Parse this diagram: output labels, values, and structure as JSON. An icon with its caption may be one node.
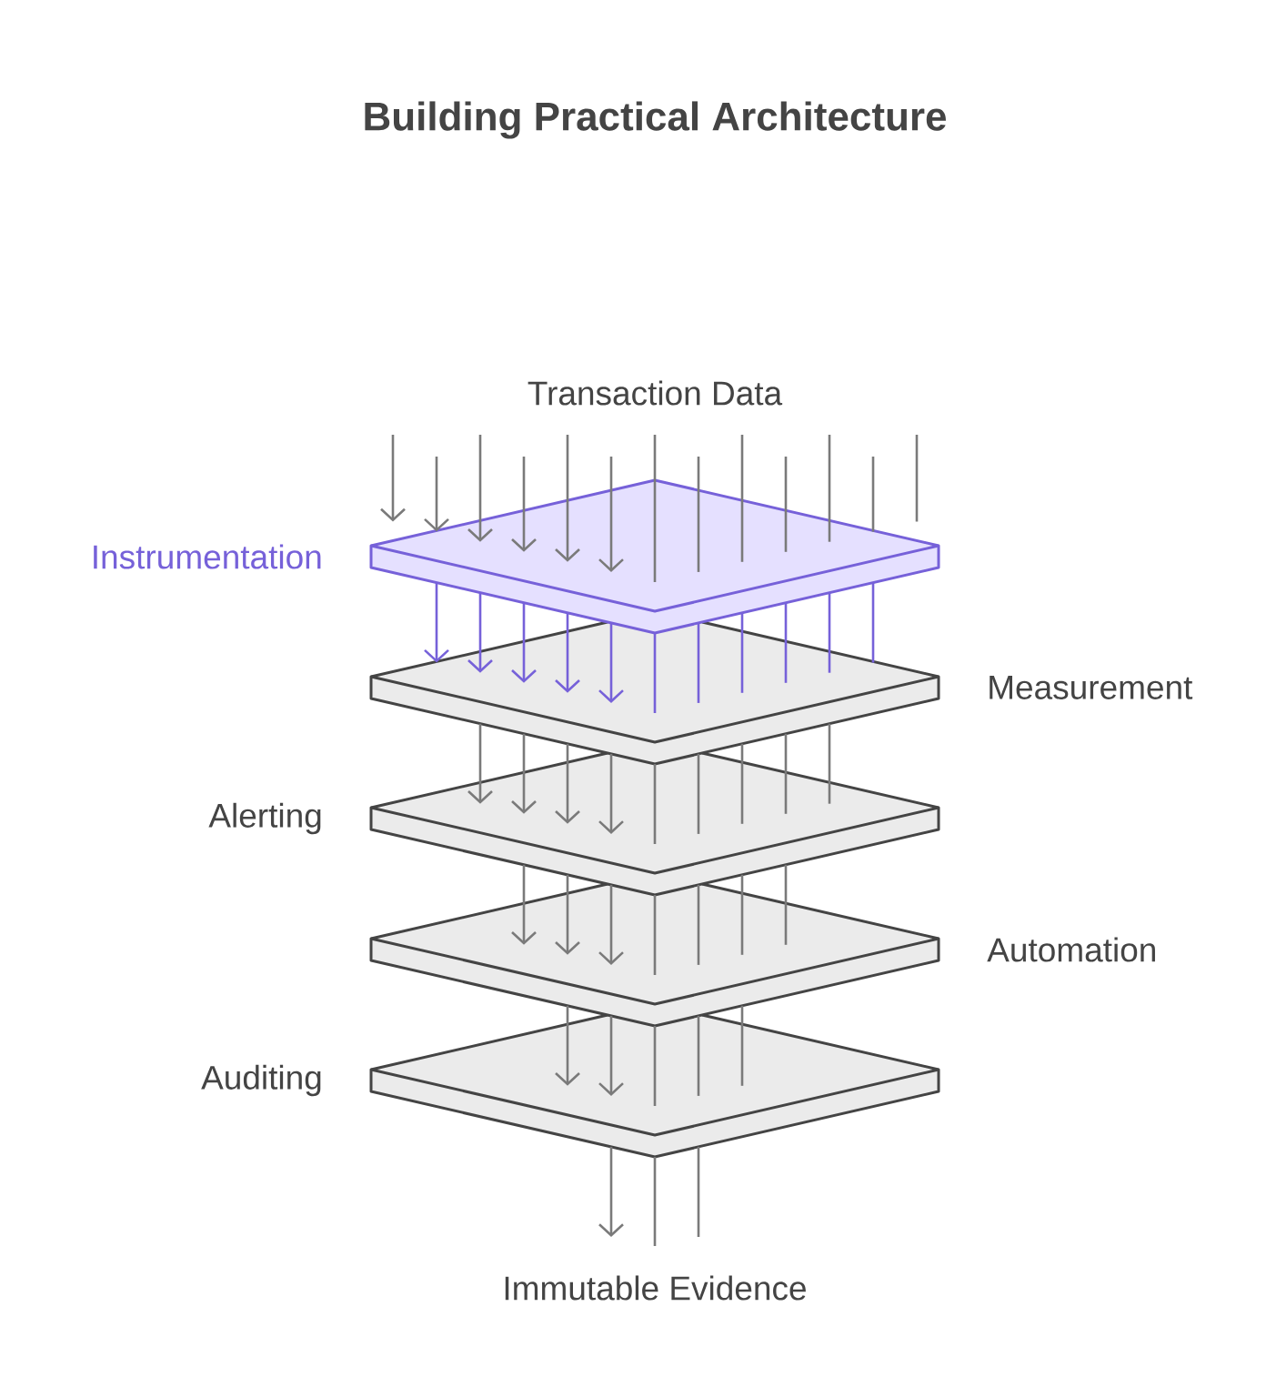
{
  "diagram": {
    "title": "Building Practical Architecture",
    "nodes": [
      {
        "text": [
          "Transaction Data"
        ]
      },
      {
        "text": [],
        "shape": "box",
        "beside": [
          "Instrumentation"
        ]
      },
      {
        "text": [],
        "shape": "box",
        "beside": [
          "Measurement"
        ]
      },
      {
        "text": [],
        "shape": "box",
        "beside": [
          "Alerting"
        ]
      },
      {
        "text": [],
        "shape": "box",
        "beside": [
          "Automation"
        ]
      },
      {
        "text": [],
        "shape": "box",
        "beside": [
          "Auditing"
        ]
      },
      {
        "text": [
          "Immutable Evidence"
        ]
      }
    ],
    "edges": [
      {
        "from": null,
        "to": 1,
        "arrow": "to"
      },
      {
        "from": null,
        "to": 1,
        "arrow": "to"
      },
      {
        "from": null,
        "to": 1,
        "arrow": "to"
      },
      {
        "from": null,
        "to": 1,
        "arrow": "to"
      },
      {
        "from": 0,
        "to": 1,
        "arrow": "to"
      },
      {
        "from": null,
        "to": 1,
        "arrow": "to"
      },
      {
        "from": 0,
        "to": 1,
        "arrow": "none"
      },
      {
        "from": null,
        "to": 1,
        "arrow": "none"
      },
      {
        "from": 0,
        "to": 1,
        "arrow": "none"
      },
      {
        "from": null,
        "to": 1,
        "arrow": "none"
      },
      {
        "from": null,
        "to": 1,
        "arrow": "none"
      },
      {
        "from": null,
        "to": 1,
        "arrow": "none"
      },
      {
        "from": null,
        "to": 1,
        "arrow": "none"
      },
      {
        "from": 1,
        "to": 2,
        "arrow": "to",
        "color": "#7661d9"
      },
      {
        "from": 1,
        "to": 2,
        "arrow": "to",
        "color": "#7661d9"
      },
      {
        "from": 1,
        "to": 2,
        "arrow": "to",
        "color": "#7661d9"
      },
      {
        "from": 1,
        "to": 2,
        "arrow": "to",
        "color": "#7661d9"
      },
      {
        "from": 1,
        "to": 2,
        "arrow": "to",
        "color": "#7661d9"
      },
      {
        "from": 1,
        "to": 2,
        "arrow": "none",
        "color": "#7661d9"
      },
      {
        "from": 1,
        "to": 2,
        "arrow": "none",
        "color": "#7661d9"
      },
      {
        "from": 1,
        "to": 2,
        "arrow": "none",
        "color": "#7661d9"
      },
      {
        "from": 1,
        "to": 2,
        "arrow": "none",
        "color": "#7661d9"
      },
      {
        "from": 1,
        "to": 2,
        "arrow": "none",
        "color": "#7661d9"
      },
      {
        "from": 1,
        "to": 2,
        "arrow": "none",
        "color": "#7661d9"
      },
      {
        "from": 2,
        "to": 3,
        "arrow": "to"
      },
      {
        "from": 2,
        "to": 3,
        "arrow": "to"
      },
      {
        "from": 2,
        "to": 3,
        "arrow": "to"
      },
      {
        "from": 2,
        "to": 3,
        "arrow": "to"
      },
      {
        "from": 2,
        "to": 3,
        "arrow": "none"
      },
      {
        "from": 2,
        "to": 3,
        "arrow": "none"
      },
      {
        "from": 2,
        "to": 3,
        "arrow": "none"
      },
      {
        "from": 2,
        "to": 3,
        "arrow": "none"
      },
      {
        "from": 2,
        "to": 3,
        "arrow": "none"
      },
      {
        "from": 3,
        "to": 4,
        "arrow": "to"
      },
      {
        "from": 3,
        "to": 4,
        "arrow": "to"
      },
      {
        "from": 3,
        "to": 4,
        "arrow": "to"
      },
      {
        "from": 3,
        "to": 4,
        "arrow": "none"
      },
      {
        "from": 3,
        "to": 4,
        "arrow": "none"
      },
      {
        "from": 3,
        "to": 4,
        "arrow": "none"
      },
      {
        "from": 3,
        "to": 4,
        "arrow": "none"
      },
      {
        "from": 4,
        "to": 5,
        "arrow": "to"
      },
      {
        "from": 4,
        "to": 5,
        "arrow": "to"
      },
      {
        "from": 4,
        "to": 5,
        "arrow": "none"
      },
      {
        "from": 4,
        "to": 5,
        "arrow": "none"
      },
      {
        "from": 4,
        "to": 5,
        "arrow": "none"
      },
      {
        "from": 5,
        "to": 6,
        "arrow": "to"
      },
      {
        "from": 5,
        "to": 6,
        "arrow": "none"
      },
      {
        "from": 5,
        "to": 6,
        "arrow": "none"
      }
    ]
  }
}
